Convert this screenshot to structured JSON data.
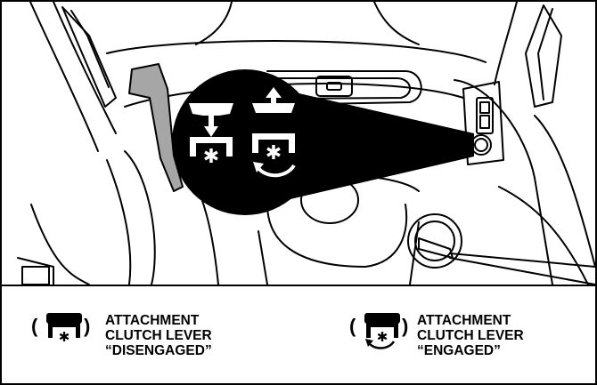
{
  "legend": {
    "disengaged": {
      "icon": "clutch-disengaged-icon",
      "open_paren": "(",
      "close_paren": ")",
      "line1": "ATTACHMENT",
      "line2": "CLUTCH LEVER",
      "line3": "“DISENGAGED”"
    },
    "engaged": {
      "icon": "clutch-engaged-icon",
      "open_paren": "(",
      "close_paren": ")",
      "line1": "ATTACHMENT",
      "line2": "CLUTCH LEVER",
      "line3": "“ENGAGED”"
    }
  },
  "colors": {
    "ink": "#000000",
    "lever_grey": "#a6a6a6",
    "background": "#ffffff"
  }
}
